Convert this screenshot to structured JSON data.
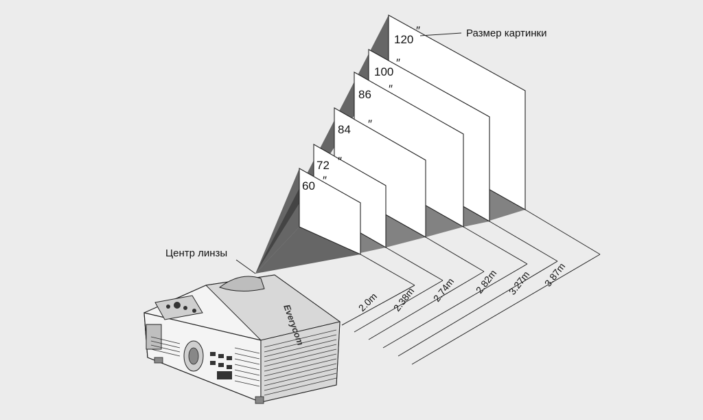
{
  "labels": {
    "picture_size": "Размер картинки",
    "lens_center": "Центр линзы",
    "brand": "Everycom"
  },
  "screens": [
    {
      "size": "60",
      "distance": "2.0m"
    },
    {
      "size": "72",
      "distance": "2.38m"
    },
    {
      "size": "84",
      "distance": "2.74m"
    },
    {
      "size": "86",
      "distance": "2.82m"
    },
    {
      "size": "100",
      "distance": "3.27m"
    },
    {
      "size": "120",
      "distance": "3.87m"
    }
  ],
  "inch_mark": "″"
}
